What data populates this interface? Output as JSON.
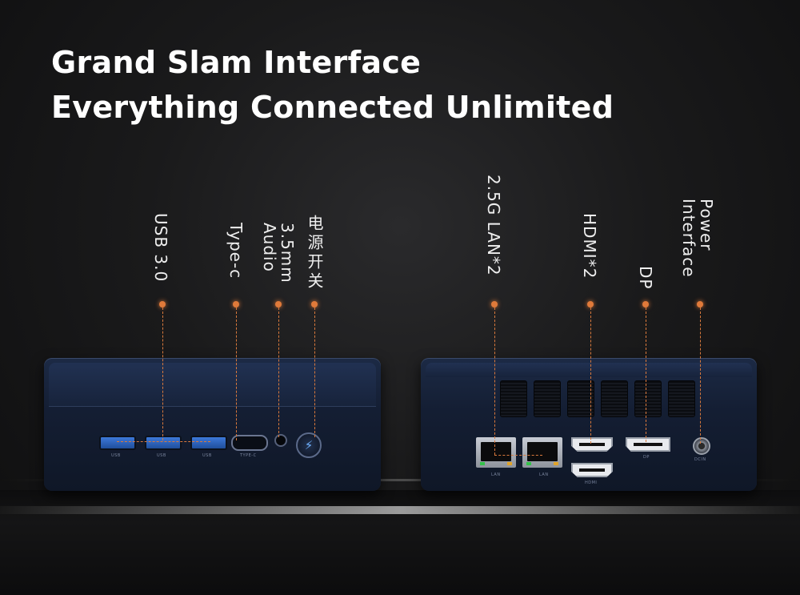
{
  "headline": {
    "line1": "Grand Slam Interface",
    "line2": "Everything Connected Unlimited"
  },
  "front_labels": {
    "usb": "USB 3.0",
    "typec": "Type-c",
    "audio": "3.5mm\nAudio",
    "power_switch": "电源开关"
  },
  "rear_labels": {
    "lan": "2.5G LAN*2",
    "hdmi": "HDMI*2",
    "dp": "DP",
    "power": "Power\nInterface"
  },
  "port_marks": {
    "usb": "USB",
    "typec": "TYPE-C",
    "lan": "LAN",
    "hdmi": "HDMI",
    "dp": "DP",
    "dc": "DCIN"
  },
  "colors": {
    "accent": "#e07a3a",
    "device_body": "#141e33",
    "usb_blue": "#3d79d9"
  }
}
